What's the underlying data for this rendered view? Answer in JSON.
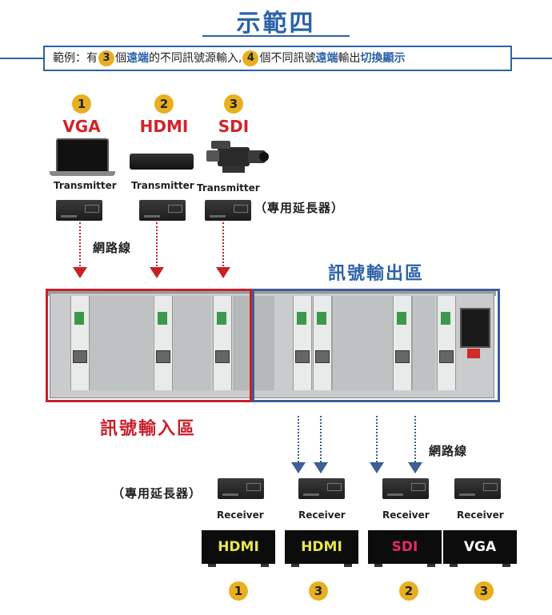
{
  "title": "示範四",
  "description": {
    "part1": "範例：有",
    "count_in": "3",
    "part2": "個",
    "remote1": "遠端",
    "part3": "的不同訊號源輸入,",
    "count_out": "4",
    "part4": "個不同訊號",
    "remote2": "遠端",
    "part5": "輸出",
    "switch_display": "切換顯示"
  },
  "sources": [
    {
      "num": "1",
      "label": "VGA",
      "device": "Transmitter"
    },
    {
      "num": "2",
      "label": "HDMI",
      "device": "Transmitter"
    },
    {
      "num": "3",
      "label": "SDI",
      "device": "Transmitter"
    }
  ],
  "extender_note_top": "（專用延長器）",
  "network_label_top": "網路線",
  "output_section_label": "訊號輸出區",
  "input_section_label": "訊號輸入區",
  "network_label_bottom": "網路線",
  "extender_note_bottom": "（專用延長器）",
  "receivers": [
    {
      "device": "Receiver",
      "display": "HDMI",
      "num": "1",
      "color": "#e8e64a"
    },
    {
      "device": "Receiver",
      "display": "HDMI",
      "num": "3",
      "color": "#e8e64a"
    },
    {
      "device": "Receiver",
      "display": "SDI",
      "num": "2",
      "color": "#e8286e"
    },
    {
      "device": "Receiver",
      "display": "VGA",
      "num": "3",
      "color": "#ffffff"
    }
  ]
}
